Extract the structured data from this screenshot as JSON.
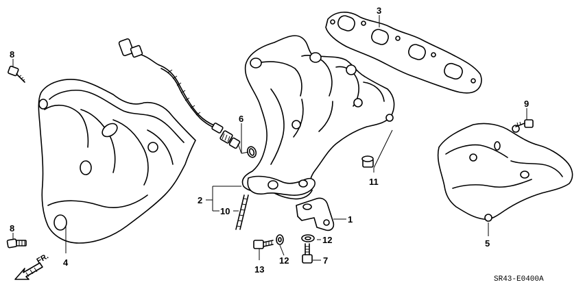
{
  "callouts": {
    "c1": "1",
    "c2": "2",
    "c3": "3",
    "c4": "4",
    "c5": "5",
    "c6": "6",
    "c7": "7",
    "c8a": "8",
    "c8b": "8",
    "c9": "9",
    "c10": "10",
    "c11": "11",
    "c12a": "12",
    "c12b": "12",
    "c13": "13"
  },
  "direction_label": "FR.",
  "diagram_code": "SR43-E0400A"
}
